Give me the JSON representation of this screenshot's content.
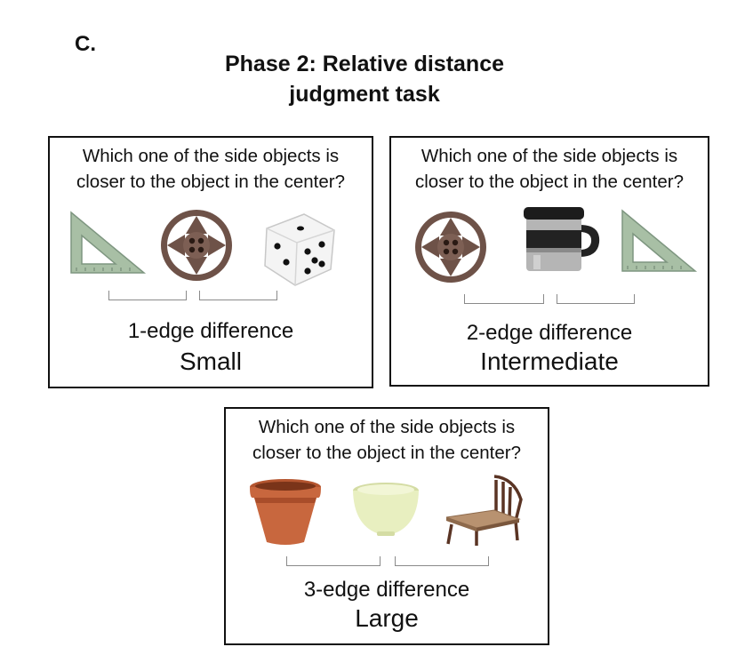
{
  "figure": {
    "panel_letter": "C.",
    "title_line1": "Phase 2: Relative distance",
    "title_line2": "judgment task"
  },
  "panels": [
    {
      "question_line1": "Which one of the side objects is",
      "question_line2": "closer to the object in the center?",
      "objects": [
        "set-square-icon",
        "film-reel-icon",
        "dice-icon"
      ],
      "edge_label": "1-edge difference",
      "level_label": "Small"
    },
    {
      "question_line1": "Which one of the side objects is",
      "question_line2": "closer to the object in the center?",
      "objects": [
        "film-reel-icon",
        "travel-mug-icon",
        "set-square-icon"
      ],
      "edge_label": "2-edge difference",
      "level_label": "Intermediate"
    },
    {
      "question_line1": "Which one of the side objects is",
      "question_line2": "closer to the object in the center?",
      "objects": [
        "flower-pot-icon",
        "bowl-icon",
        "chair-icon"
      ],
      "edge_label": "3-edge difference",
      "level_label": "Large"
    }
  ],
  "colors": {
    "border": "#111111",
    "bracket": "#8a8a8a",
    "set_square": "#a8bfa5",
    "reel": "#6e5248",
    "pot": "#c8673e",
    "bowl": "#e8efc0",
    "chair_seat": "#b89270",
    "chair_frame": "#5a3424"
  }
}
